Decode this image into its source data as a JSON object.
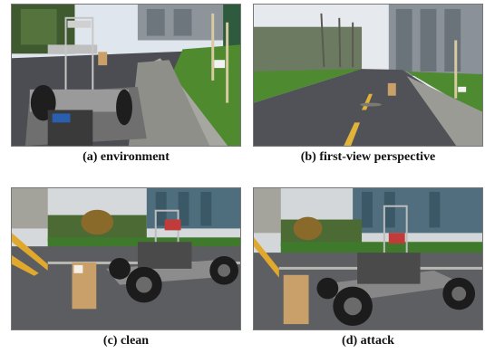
{
  "figure": {
    "panels": [
      {
        "id": "a",
        "caption": "(a) environment"
      },
      {
        "id": "b",
        "caption": "(b) first-view perspective"
      },
      {
        "id": "c",
        "caption": "(c) clean"
      },
      {
        "id": "d",
        "caption": "(d) attack"
      }
    ]
  },
  "colors": {
    "sky": "#dfe6ee",
    "asphalt": "#4b4d52",
    "grass": "#4f8a2e",
    "curb": "#a7a7a2",
    "lane_marking": "#e0b33a",
    "box": "#c9a06a",
    "car_frame": "#2b2b2b"
  }
}
